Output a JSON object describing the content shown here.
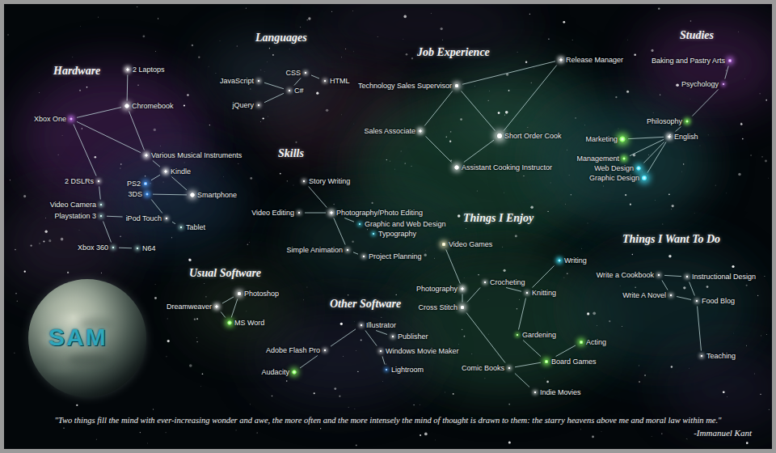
{
  "diagram": {
    "caption": "\"Two things fill the mind with ever-increasing wonder and awe, the more often and the more intensely the mind of thought is drawn to them: the starry heavens above me and moral law within me.\"",
    "nodes": [
      {
        "text": [
          "2 Laptops"
        ]
      },
      {
        "text": [
          "Chromebook"
        ]
      },
      {
        "text": [
          "Xbox One"
        ]
      },
      {
        "text": [
          "Various Musical Instruments"
        ]
      },
      {
        "text": [
          "Kindle"
        ]
      },
      {
        "text": [
          "Smartphone"
        ]
      },
      {
        "text": [
          "PS2"
        ]
      },
      {
        "text": [
          "3DS"
        ]
      },
      {
        "text": [
          "2 DSLRs"
        ]
      },
      {
        "text": [
          "Video Camera"
        ]
      },
      {
        "text": [
          "Playstation 3"
        ]
      },
      {
        "text": [
          "iPod Touch"
        ]
      },
      {
        "text": [
          "Tablet"
        ]
      },
      {
        "text": [
          "Xbox 360"
        ]
      },
      {
        "text": [
          "N64"
        ]
      },
      {
        "text": [
          "CSS"
        ]
      },
      {
        "text": [
          "HTML"
        ]
      },
      {
        "text": [
          "JavaScript"
        ]
      },
      {
        "text": [
          "C#"
        ]
      },
      {
        "text": [
          "jQuery"
        ]
      },
      {
        "text": [
          "Technology Sales Supervisor"
        ]
      },
      {
        "text": [
          "Release Manager"
        ]
      },
      {
        "text": [
          "Sales Associate"
        ]
      },
      {
        "text": [
          "Short Order Cook"
        ]
      },
      {
        "text": [
          "Assistant Cooking Instructor"
        ]
      },
      {
        "text": [
          "Baking and Pastry Arts"
        ]
      },
      {
        "text": [
          "Psychology"
        ]
      },
      {
        "text": [
          "Philosophy"
        ]
      },
      {
        "text": [
          "English"
        ]
      },
      {
        "text": [
          "Marketing"
        ]
      },
      {
        "text": [
          "Management"
        ]
      },
      {
        "text": [
          "Web Design"
        ]
      },
      {
        "text": [
          "Graphic Design"
        ]
      },
      {
        "text": [
          "Story Writing"
        ]
      },
      {
        "text": [
          "Video Editing"
        ]
      },
      {
        "text": [
          "Photography/Photo Editing"
        ]
      },
      {
        "text": [
          "Graphic and Web Design"
        ]
      },
      {
        "text": [
          "Typography"
        ]
      },
      {
        "text": [
          "Simple Animation"
        ]
      },
      {
        "text": [
          "Project Planning"
        ]
      },
      {
        "text": [
          "Video Games"
        ]
      },
      {
        "text": [
          "Photography"
        ]
      },
      {
        "text": [
          "Cross Stitch"
        ]
      },
      {
        "text": [
          "Crocheting"
        ]
      },
      {
        "text": [
          "Knitting"
        ]
      },
      {
        "text": [
          "Writing"
        ]
      },
      {
        "text": [
          "Gardening"
        ]
      },
      {
        "text": [
          "Comic Books"
        ]
      },
      {
        "text": [
          "Acting"
        ]
      },
      {
        "text": [
          "Board Games"
        ]
      },
      {
        "text": [
          "Indie Movies"
        ]
      },
      {
        "text": [
          "Write a Cookbook"
        ]
      },
      {
        "text": [
          "Instructional Design"
        ]
      },
      {
        "text": [
          "Write A Novel"
        ]
      },
      {
        "text": [
          "Food Blog"
        ]
      },
      {
        "text": [
          "Teaching"
        ]
      },
      {
        "text": [
          "Photoshop"
        ]
      },
      {
        "text": [
          "Dreamweaver"
        ]
      },
      {
        "text": [
          "MS Word"
        ]
      },
      {
        "text": [
          "Illustrator"
        ]
      },
      {
        "text": [
          "Publisher"
        ]
      },
      {
        "text": [
          "Adobe Flash Pro"
        ]
      },
      {
        "text": [
          "Windows Movie Maker"
        ]
      },
      {
        "text": [
          "Audacity"
        ]
      },
      {
        "text": [
          "Lightroom"
        ]
      }
    ],
    "edges": [
      {
        "from": 0,
        "to": 1,
        "arrow": "none"
      },
      {
        "from": 1,
        "to": 2,
        "arrow": "none"
      },
      {
        "from": 1,
        "to": 3,
        "arrow": "none"
      },
      {
        "from": 2,
        "to": 3,
        "arrow": "none"
      },
      {
        "from": 2,
        "to": 8,
        "arrow": "none"
      },
      {
        "from": 3,
        "to": 4,
        "arrow": "none"
      },
      {
        "from": 4,
        "to": 5,
        "arrow": "none"
      },
      {
        "from": 4,
        "to": 6,
        "arrow": "none"
      },
      {
        "from": 5,
        "to": 7,
        "arrow": "none"
      },
      {
        "from": 7,
        "to": 11,
        "arrow": "none"
      },
      {
        "from": 11,
        "to": 12,
        "arrow": "none"
      },
      {
        "from": 8,
        "to": 9,
        "arrow": "none"
      },
      {
        "from": 10,
        "to": 11,
        "arrow": "none"
      },
      {
        "from": 10,
        "to": 13,
        "arrow": "none"
      },
      {
        "from": 13,
        "to": 14,
        "arrow": "none"
      },
      {
        "from": 17,
        "to": 18,
        "arrow": "none"
      },
      {
        "from": 19,
        "to": 18,
        "arrow": "none"
      },
      {
        "from": 18,
        "to": 15,
        "arrow": "none"
      },
      {
        "from": 15,
        "to": 16,
        "arrow": "none"
      },
      {
        "from": 20,
        "to": 21,
        "arrow": "none"
      },
      {
        "from": 20,
        "to": 22,
        "arrow": "none"
      },
      {
        "from": 20,
        "to": 23,
        "arrow": "none"
      },
      {
        "from": 22,
        "to": 24,
        "arrow": "none"
      },
      {
        "from": 24,
        "to": 23,
        "arrow": "none"
      },
      {
        "from": 23,
        "to": 21,
        "arrow": "none"
      },
      {
        "from": 25,
        "to": 26,
        "arrow": "none"
      },
      {
        "from": 26,
        "to": 27,
        "arrow": "none"
      },
      {
        "from": 27,
        "to": 28,
        "arrow": "none"
      },
      {
        "from": 28,
        "to": 29,
        "arrow": "none"
      },
      {
        "from": 28,
        "to": 30,
        "arrow": "none"
      },
      {
        "from": 28,
        "to": 31,
        "arrow": "none"
      },
      {
        "from": 28,
        "to": 32,
        "arrow": "none"
      },
      {
        "from": 33,
        "to": 35,
        "arrow": "none"
      },
      {
        "from": 34,
        "to": 35,
        "arrow": "none"
      },
      {
        "from": 35,
        "to": 36,
        "arrow": "none"
      },
      {
        "from": 36,
        "to": 37,
        "arrow": "none"
      },
      {
        "from": 35,
        "to": 38,
        "arrow": "none"
      },
      {
        "from": 38,
        "to": 39,
        "arrow": "none"
      },
      {
        "from": 40,
        "to": 41,
        "arrow": "none"
      },
      {
        "from": 41,
        "to": 42,
        "arrow": "none"
      },
      {
        "from": 42,
        "to": 43,
        "arrow": "none"
      },
      {
        "from": 43,
        "to": 44,
        "arrow": "none"
      },
      {
        "from": 44,
        "to": 45,
        "arrow": "none"
      },
      {
        "from": 44,
        "to": 46,
        "arrow": "none"
      },
      {
        "from": 42,
        "to": 47,
        "arrow": "none"
      },
      {
        "from": 46,
        "to": 49,
        "arrow": "none"
      },
      {
        "from": 47,
        "to": 49,
        "arrow": "none"
      },
      {
        "from": 49,
        "to": 48,
        "arrow": "none"
      },
      {
        "from": 47,
        "to": 50,
        "arrow": "none"
      },
      {
        "from": 51,
        "to": 52,
        "arrow": "none"
      },
      {
        "from": 51,
        "to": 53,
        "arrow": "none"
      },
      {
        "from": 52,
        "to": 54,
        "arrow": "none"
      },
      {
        "from": 53,
        "to": 54,
        "arrow": "none"
      },
      {
        "from": 54,
        "to": 55,
        "arrow": "none"
      },
      {
        "from": 56,
        "to": 57,
        "arrow": "none"
      },
      {
        "from": 56,
        "to": 58,
        "arrow": "none"
      },
      {
        "from": 57,
        "to": 58,
        "arrow": "none"
      },
      {
        "from": 63,
        "to": 61,
        "arrow": "none"
      },
      {
        "from": 61,
        "to": 59,
        "arrow": "none"
      },
      {
        "from": 59,
        "to": 60,
        "arrow": "none"
      },
      {
        "from": 59,
        "to": 62,
        "arrow": "none"
      },
      {
        "from": 62,
        "to": 64,
        "arrow": "none"
      }
    ],
    "labels": [
      "Hardware",
      "Languages",
      "Skills",
      "Job Experience",
      "Studies",
      "Things I Enjoy",
      "Things I Want To Do",
      "Usual Software",
      "Other Software",
      "SAM",
      "-Immanuel Kant"
    ]
  }
}
